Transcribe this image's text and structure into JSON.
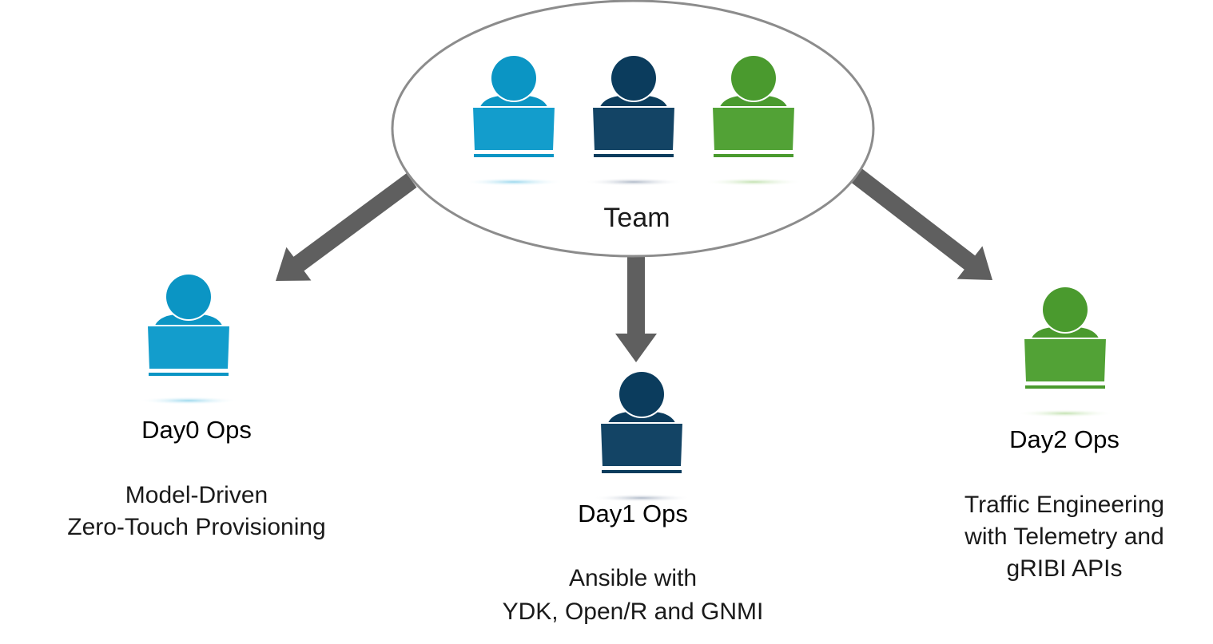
{
  "team": {
    "label": "Team",
    "member_colors": [
      "#0b95c4",
      "#0b3c5d",
      "#4a9a2e"
    ]
  },
  "ops": [
    {
      "id": "day0",
      "title": "Day0 Ops",
      "description_lines": [
        "Model-Driven",
        "Zero-Touch Provisioning"
      ],
      "color": "#0b95c4"
    },
    {
      "id": "day1",
      "title": "Day1 Ops",
      "description_lines": [
        "Ansible with",
        "YDK, Open/R and GNMI"
      ],
      "color": "#0b3c5d"
    },
    {
      "id": "day2",
      "title": "Day2 Ops",
      "description_lines": [
        "Traffic Engineering",
        "with Telemetry and",
        "gRIBI APIs"
      ],
      "color": "#4a9a2e"
    }
  ],
  "colors": {
    "arrow": "#5f5f5f",
    "ellipse_stroke": "#8c8c8c"
  }
}
